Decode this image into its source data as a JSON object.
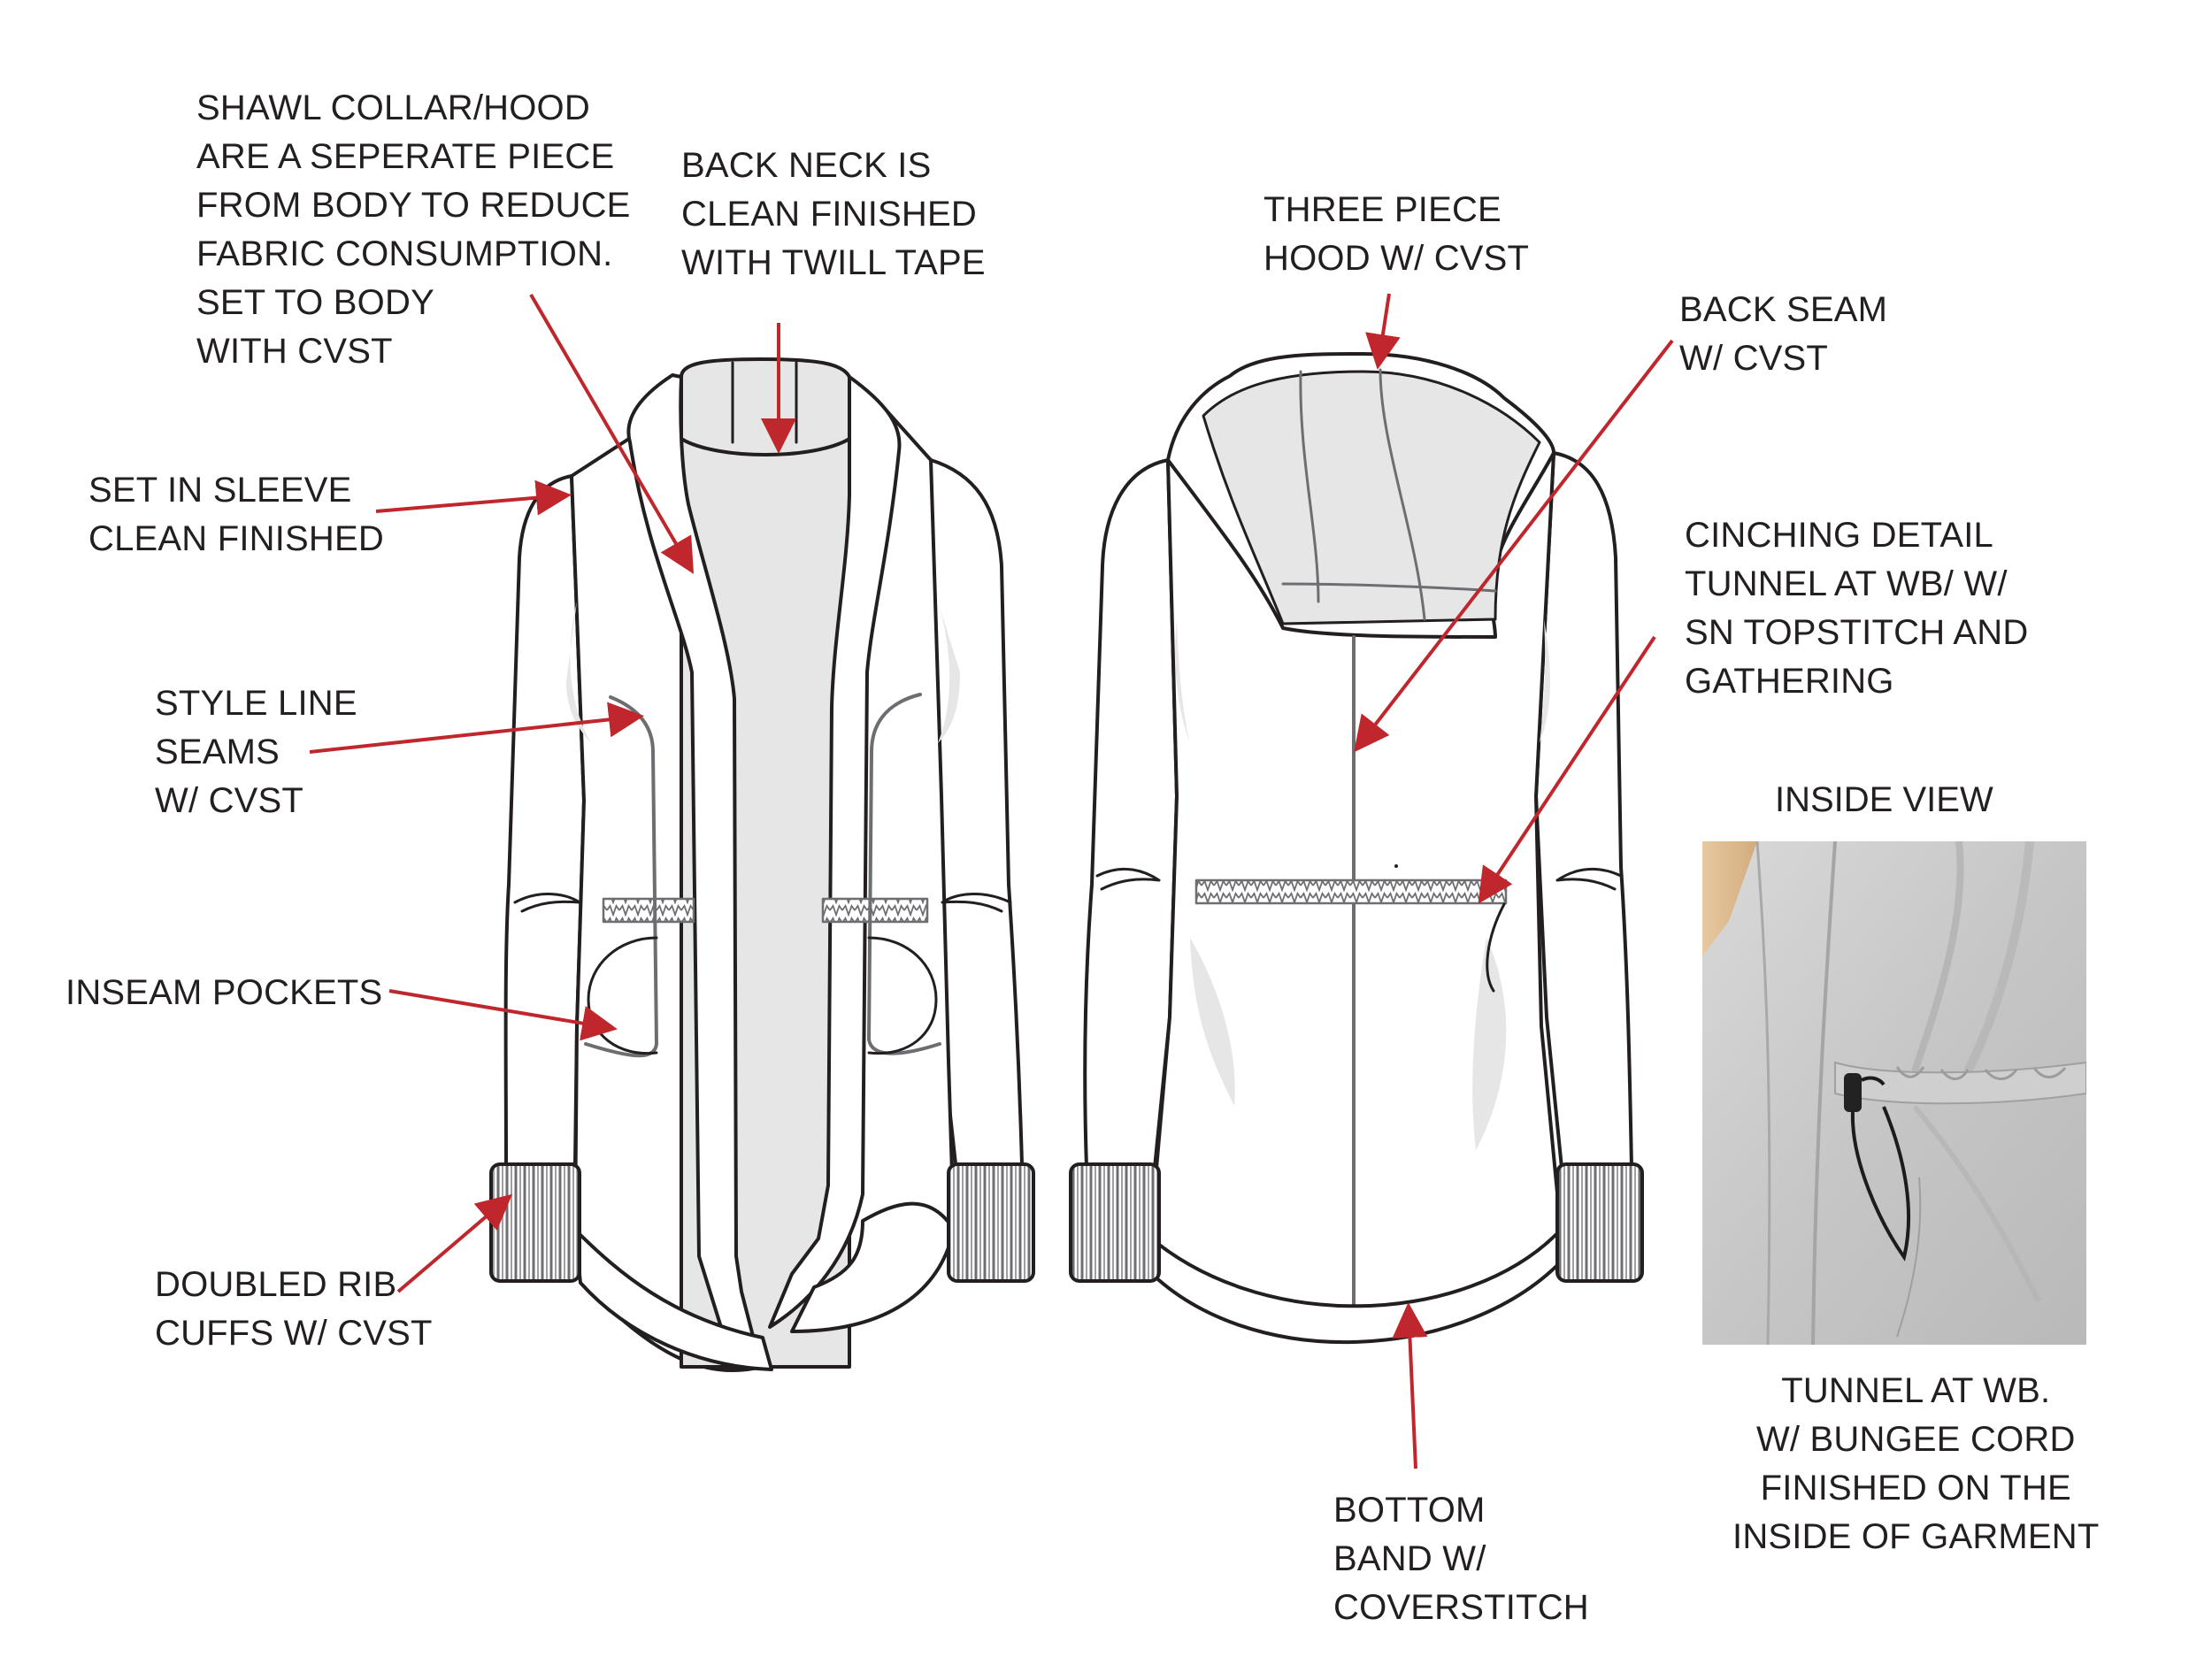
{
  "colors": {
    "arrow": "#c0272d",
    "outline": "#231f20",
    "shading": "#e6e6e6",
    "rib": "#6d6e71",
    "fabric_photo": "#c9c9c9"
  },
  "callouts": {
    "shawl_collar": "SHAWL COLLAR/HOOD\nARE A SEPERATE PIECE\nFROM BODY TO REDUCE\nFABRIC CONSUMPTION.\nSET TO BODY\nWITH CVST",
    "back_neck": "BACK NECK IS\nCLEAN FINISHED\nWITH TWILL TAPE",
    "set_in_sleeve": "SET IN SLEEVE\nCLEAN FINISHED",
    "style_line": "STYLE LINE\nSEAMS\nW/ CVST",
    "inseam_pockets": "INSEAM POCKETS",
    "doubled_rib": "DOUBLED RIB\nCUFFS W/ CVST",
    "three_piece_hood": "THREE PIECE\nHOOD W/ CVST",
    "back_seam": "BACK SEAM\nW/ CVST",
    "cinching_detail": "CINCHING DETAIL\nTUNNEL AT WB/ W/\nSN TOPSTITCH AND\nGATHERING",
    "bottom_band": "BOTTOM\nBAND W/\nCOVERSTITCH",
    "tunnel_at_wb": "TUNNEL AT WB.\nW/ BUNGEE CORD\nFINISHED ON THE\nINSIDE OF GARMENT"
  },
  "inside_view": {
    "title": "INSIDE VIEW"
  }
}
